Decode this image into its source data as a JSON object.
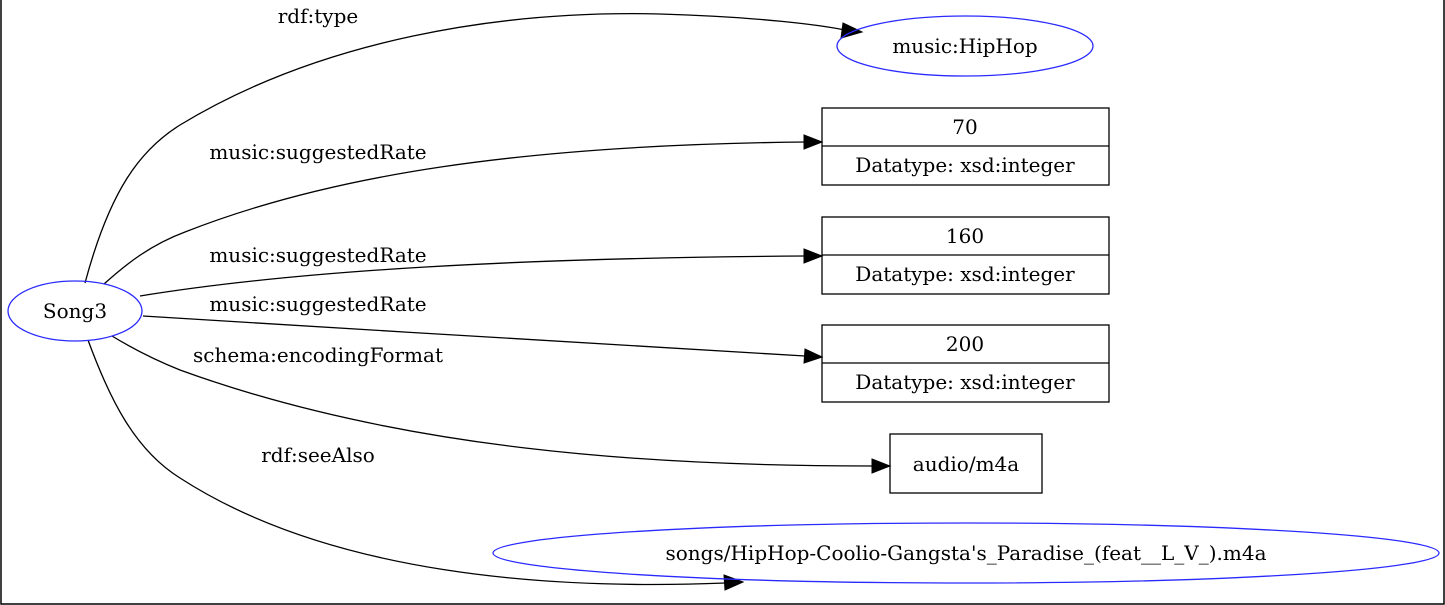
{
  "nodes": {
    "song": "Song3",
    "type_target": "music:HipHop",
    "rate1": {
      "value": "70",
      "datatype": "Datatype: xsd:integer"
    },
    "rate2": {
      "value": "160",
      "datatype": "Datatype: xsd:integer"
    },
    "rate3": {
      "value": "200",
      "datatype": "Datatype: xsd:integer"
    },
    "format": "audio/m4a",
    "see_also": "songs/HipHop-Coolio-Gangsta's_Paradise_(feat__L_V_).m4a"
  },
  "edges": {
    "type": "rdf:type",
    "rate1": "music:suggestedRate",
    "rate2": "music:suggestedRate",
    "rate3": "music:suggestedRate",
    "format": "schema:encodingFormat",
    "see_also": "rdf:seeAlso"
  },
  "colors": {
    "resource_stroke": "#2a2aff",
    "literal_stroke": "#000000"
  }
}
